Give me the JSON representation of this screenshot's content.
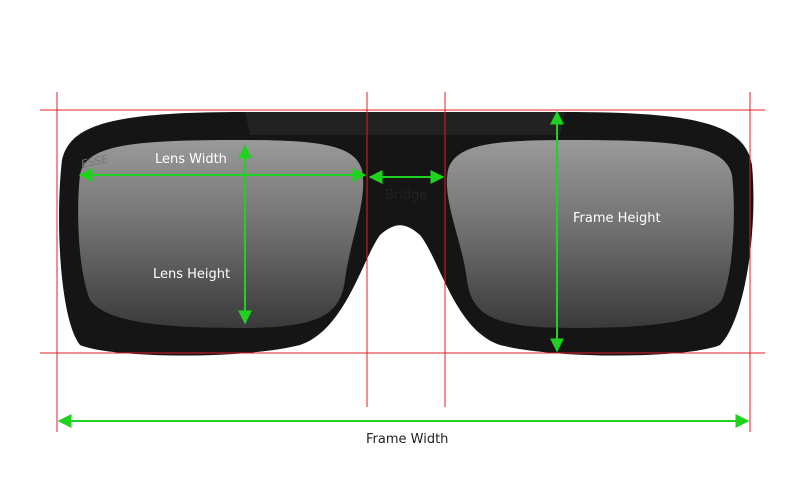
{
  "diagram": {
    "labels": {
      "lens_width": "Lens Width",
      "lens_height": "Lens Height",
      "bridge": "Bridge",
      "frame_height": "Frame Height",
      "frame_width": "Frame Width"
    },
    "colors": {
      "guide_lines": "#e0202a",
      "arrows": "#1fd21f",
      "label_on_lens": "#ffffff",
      "label_on_white": "#222222",
      "frame": "#151515"
    }
  }
}
